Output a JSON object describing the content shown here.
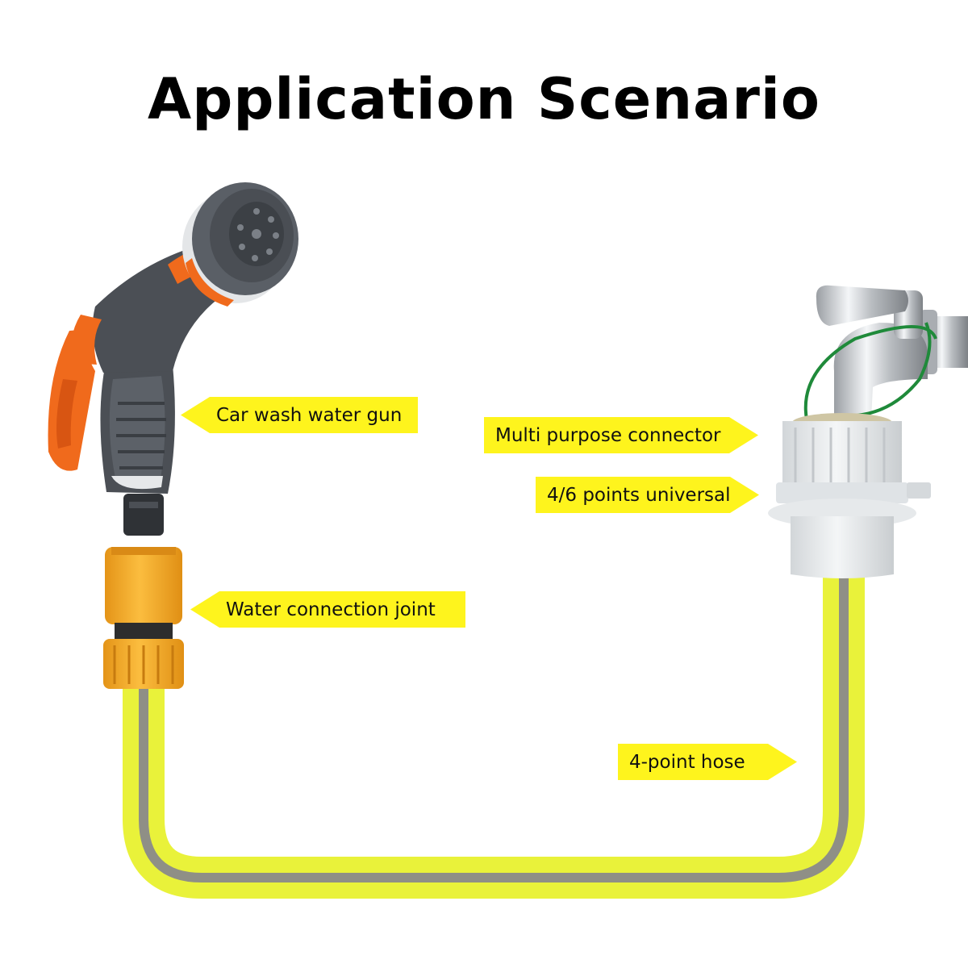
{
  "title": "Application Scenario",
  "labels": {
    "water_gun": "Car wash water gun",
    "multi_connector": "Multi purpose connector",
    "universal": "4/6 points universal",
    "joint": "Water connection joint",
    "hose": "4-point hose"
  },
  "colors": {
    "label_bg": "#fef41d",
    "hose_yellow": "#e9f23a",
    "hose_stripe": "#8f8f86",
    "gun_orange": "#f06a1c",
    "gun_grey": "#4b4f55",
    "joint_yellow": "#f5a623",
    "connector_white": "#e9ecee"
  }
}
